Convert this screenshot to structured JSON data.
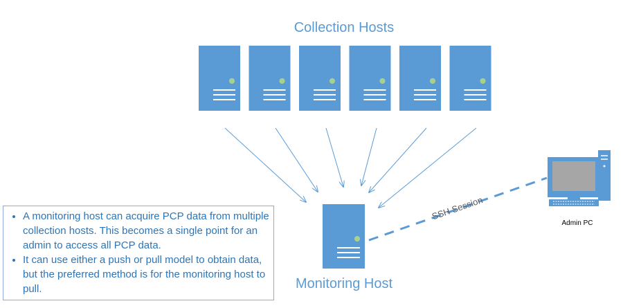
{
  "diagram": {
    "collection_title": "Collection Hosts",
    "collection_host_count": 6,
    "monitoring_title": "Monitoring Host",
    "connection_label": "SSH Session",
    "admin_pc_label": "Admin PC",
    "colors": {
      "server": "#5b9bd5",
      "led": "#a9d18e",
      "text": "#5b9bd5",
      "border": "#8eaadb"
    }
  },
  "notes": {
    "bullets": [
      "A monitoring host can acquire PCP data from multiple collection hosts.  This becomes a single point for an admin to access all PCP data.",
      "It can use either a push or pull model to obtain data, but the preferred method is for the monitoring host to pull."
    ]
  }
}
